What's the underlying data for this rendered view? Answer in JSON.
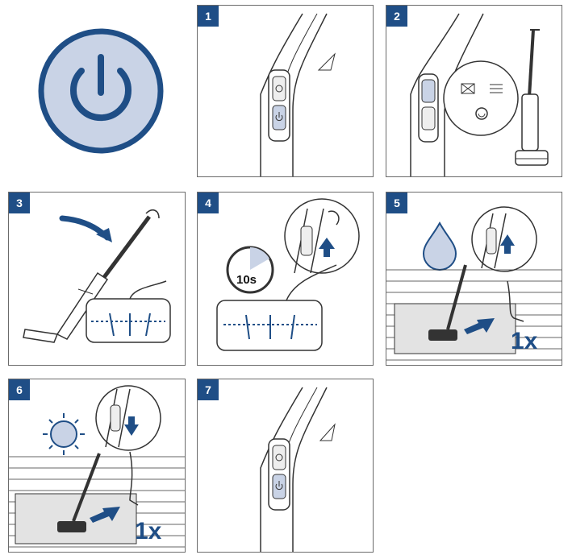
{
  "steps": [
    {
      "number": "1"
    },
    {
      "number": "2"
    },
    {
      "number": "3"
    },
    {
      "number": "4",
      "timer_label": "10s"
    },
    {
      "number": "5",
      "count_label": "1x"
    },
    {
      "number": "6",
      "count_label": "1x"
    },
    {
      "number": "7"
    }
  ],
  "colors": {
    "accent": "#1f4e86",
    "light": "#c9d3e6",
    "line": "#333333"
  },
  "icons": [
    "power-icon",
    "water-drop-icon",
    "sun-icon",
    "arrow-up-icon",
    "arrow-down-icon",
    "timer-icon",
    "turbo-icon"
  ]
}
